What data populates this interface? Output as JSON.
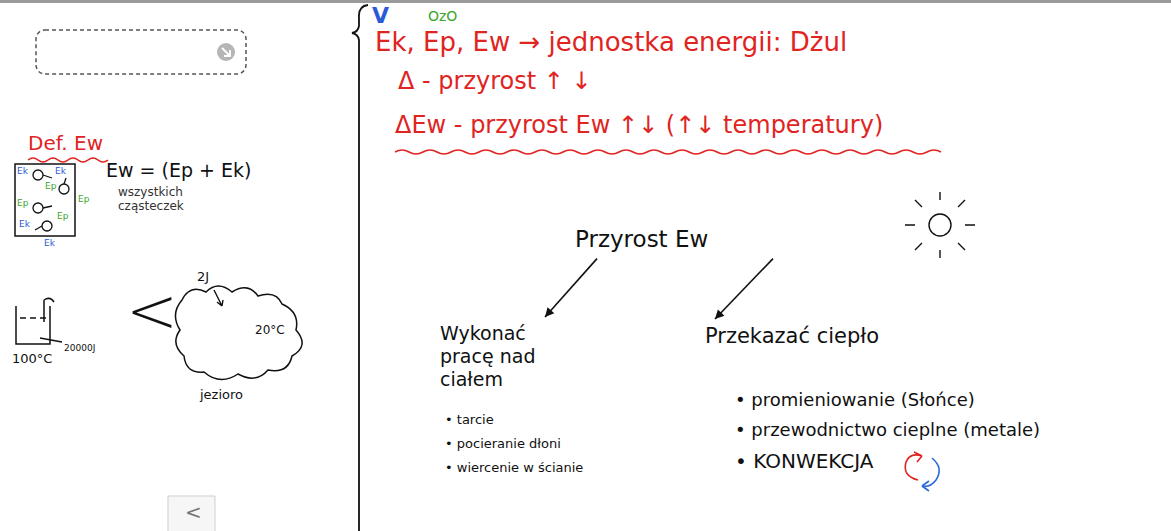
{
  "diagram": {
    "nodes": [
      {
        "text": [
          "Przyrost Ew"
        ]
      },
      {
        "text": [
          "Wykonać pracę nad ciałem",
          "• tarcie",
          "• pocieranie dłoni",
          "• wiercenie w ścianie"
        ]
      },
      {
        "text": [
          "Przekazać ciepło",
          "• promieniowanie (Słońce)",
          "• przewodnictwo cieplne (metale)",
          "• KONWEKCJA"
        ]
      }
    ],
    "edges": [
      {
        "from": 0,
        "to": 1,
        "arrow": "to"
      },
      {
        "from": 0,
        "to": 2,
        "arrow": "to"
      }
    ],
    "labels": [
      "Def. Ew",
      "Ek",
      "Ep",
      "Ek",
      "Ep",
      "Ep",
      "Ek",
      "Ep",
      "Ek",
      "Ew = (Ep + Ek)",
      "wszystkich cząsteczek",
      "100°C",
      "20000J",
      "<",
      "2J",
      "20°C",
      "jezioro",
      "<",
      "V",
      "OzO",
      "Ek, Ep, Ew → jednostka energii: Dżul",
      "Δ - przyrost ↑ ↓",
      "ΔEw - przyrost Ew ↑↓ (↑↓ temperatury)"
    ]
  }
}
